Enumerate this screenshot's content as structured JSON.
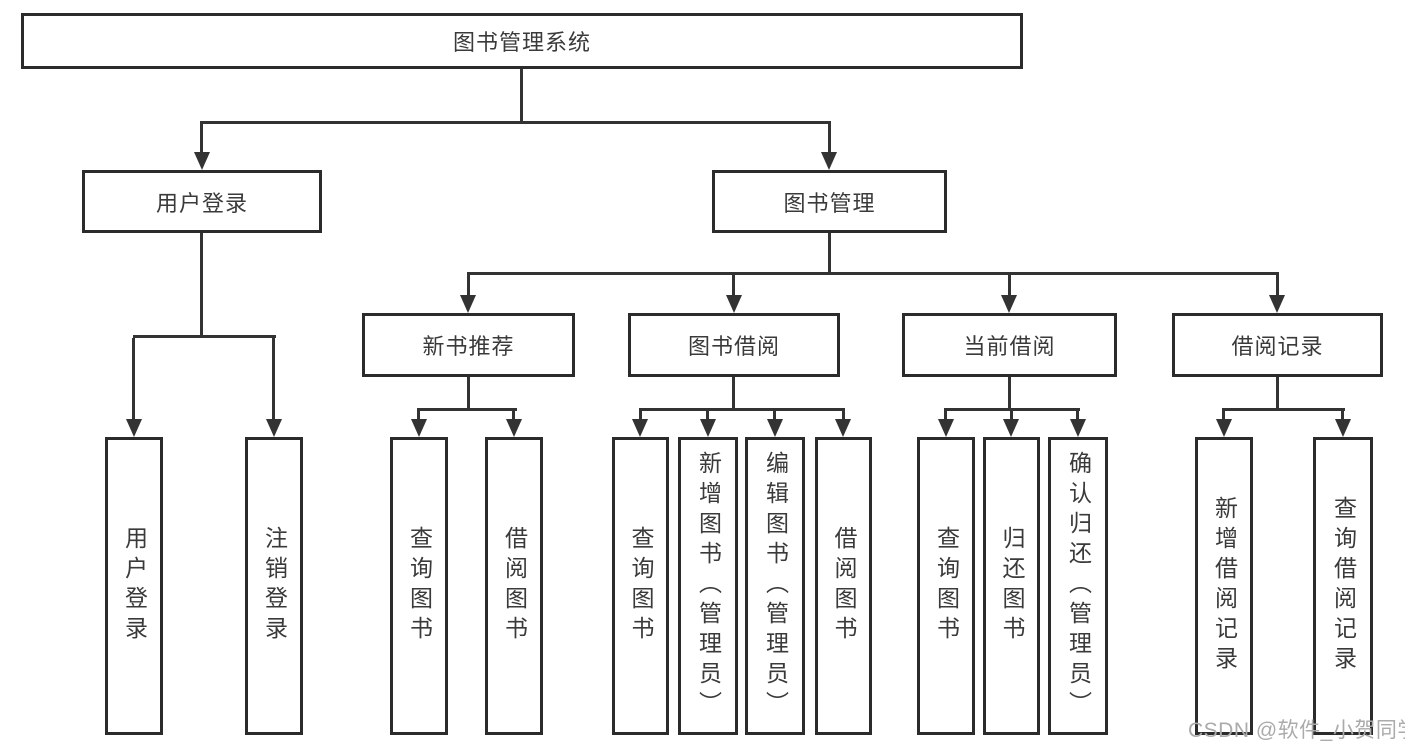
{
  "tree": {
    "root": {
      "label": "图书管理系统"
    },
    "branches": [
      {
        "label": "用户登录",
        "children": [
          {
            "label": "用户登录"
          },
          {
            "label": "注销登录"
          }
        ]
      },
      {
        "label": "图书管理",
        "children": [
          {
            "label": "新书推荐",
            "children": [
              {
                "label": "查询图书"
              },
              {
                "label": "借阅图书"
              }
            ]
          },
          {
            "label": "图书借阅",
            "children": [
              {
                "label": "查询图书"
              },
              {
                "label": "新增图书（管理员）"
              },
              {
                "label": "编辑图书（管理员）"
              },
              {
                "label": "借阅图书"
              }
            ]
          },
          {
            "label": "当前借阅",
            "children": [
              {
                "label": "查询图书"
              },
              {
                "label": "归还图书"
              },
              {
                "label": "确认归还（管理员）"
              }
            ]
          },
          {
            "label": "借阅记录",
            "children": [
              {
                "label": "新增借阅记录"
              },
              {
                "label": "查询借阅记录"
              }
            ]
          }
        ]
      }
    ]
  },
  "watermark": {
    "text": "CSDN @软件_小贺同学"
  },
  "colors": {
    "line": "#333333",
    "box_border": "#2b2b2b",
    "text": "#3a3a3a",
    "watermark": "#ababab",
    "background": "#ffffff"
  }
}
